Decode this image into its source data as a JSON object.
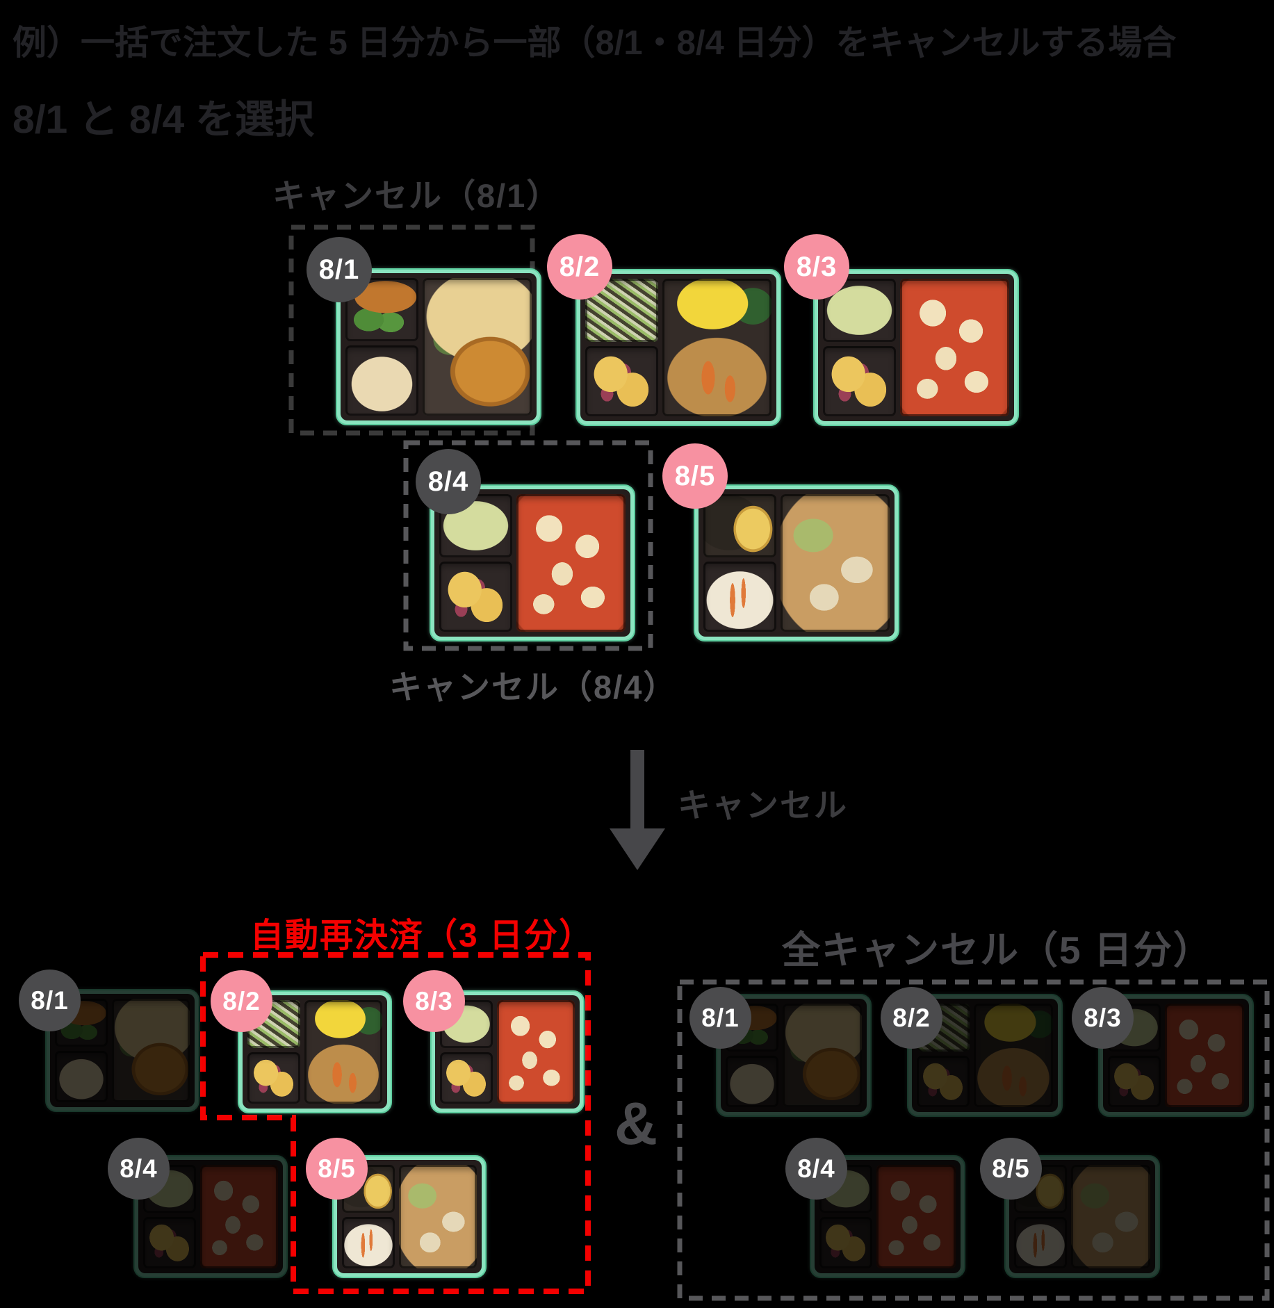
{
  "header": {
    "title": "例）一括で注文した 5 日分から一部（8/1・8/4 日分）をキャンセルする場合",
    "subtitle": "8/1 と 8/4 を選択"
  },
  "selection": {
    "cancel_box_81_label": "キャンセル（8/1）",
    "cancel_box_84_label": "キャンセル（8/4）",
    "days": [
      {
        "label": "8/1",
        "badge": "dark",
        "selected_for_cancel": true
      },
      {
        "label": "8/2",
        "badge": "pink",
        "selected_for_cancel": false
      },
      {
        "label": "8/3",
        "badge": "pink",
        "selected_for_cancel": false
      },
      {
        "label": "8/4",
        "badge": "dark",
        "selected_for_cancel": true
      },
      {
        "label": "8/5",
        "badge": "pink",
        "selected_for_cancel": false
      }
    ]
  },
  "arrow": {
    "label": "キャンセル"
  },
  "results": {
    "repay": {
      "title": "自動再決済（3 日分）",
      "days": [
        {
          "label": "8/1",
          "badge": "dark",
          "faded": true
        },
        {
          "label": "8/2",
          "badge": "pink",
          "faded": false
        },
        {
          "label": "8/3",
          "badge": "pink",
          "faded": false
        },
        {
          "label": "8/4",
          "badge": "dark",
          "faded": true
        },
        {
          "label": "8/5",
          "badge": "pink",
          "faded": false
        }
      ]
    },
    "ampersand": "&",
    "cancel_all": {
      "title": "全キャンセル（5 日分）",
      "days": [
        {
          "label": "8/1",
          "badge": "dark",
          "faded": true
        },
        {
          "label": "8/2",
          "badge": "dark",
          "faded": true
        },
        {
          "label": "8/3",
          "badge": "dark",
          "faded": true
        },
        {
          "label": "8/4",
          "badge": "dark",
          "faded": true
        },
        {
          "label": "8/5",
          "badge": "dark",
          "faded": true
        }
      ]
    }
  },
  "colors": {
    "background": "#000000",
    "heading_text": "#232327",
    "cancel_label": "#3c3c3f",
    "cancel_label_medium": "#58585b",
    "arrow": "#47474a",
    "red_accent": "#f40000",
    "badge_dark": "#4b4b4d",
    "badge_pink": "#f791a1",
    "badge_text": "#ffffff",
    "bento_frame_green": "#8be4c0",
    "dash_dark": "#3a3a3a",
    "dash_medium": "#57575a"
  }
}
